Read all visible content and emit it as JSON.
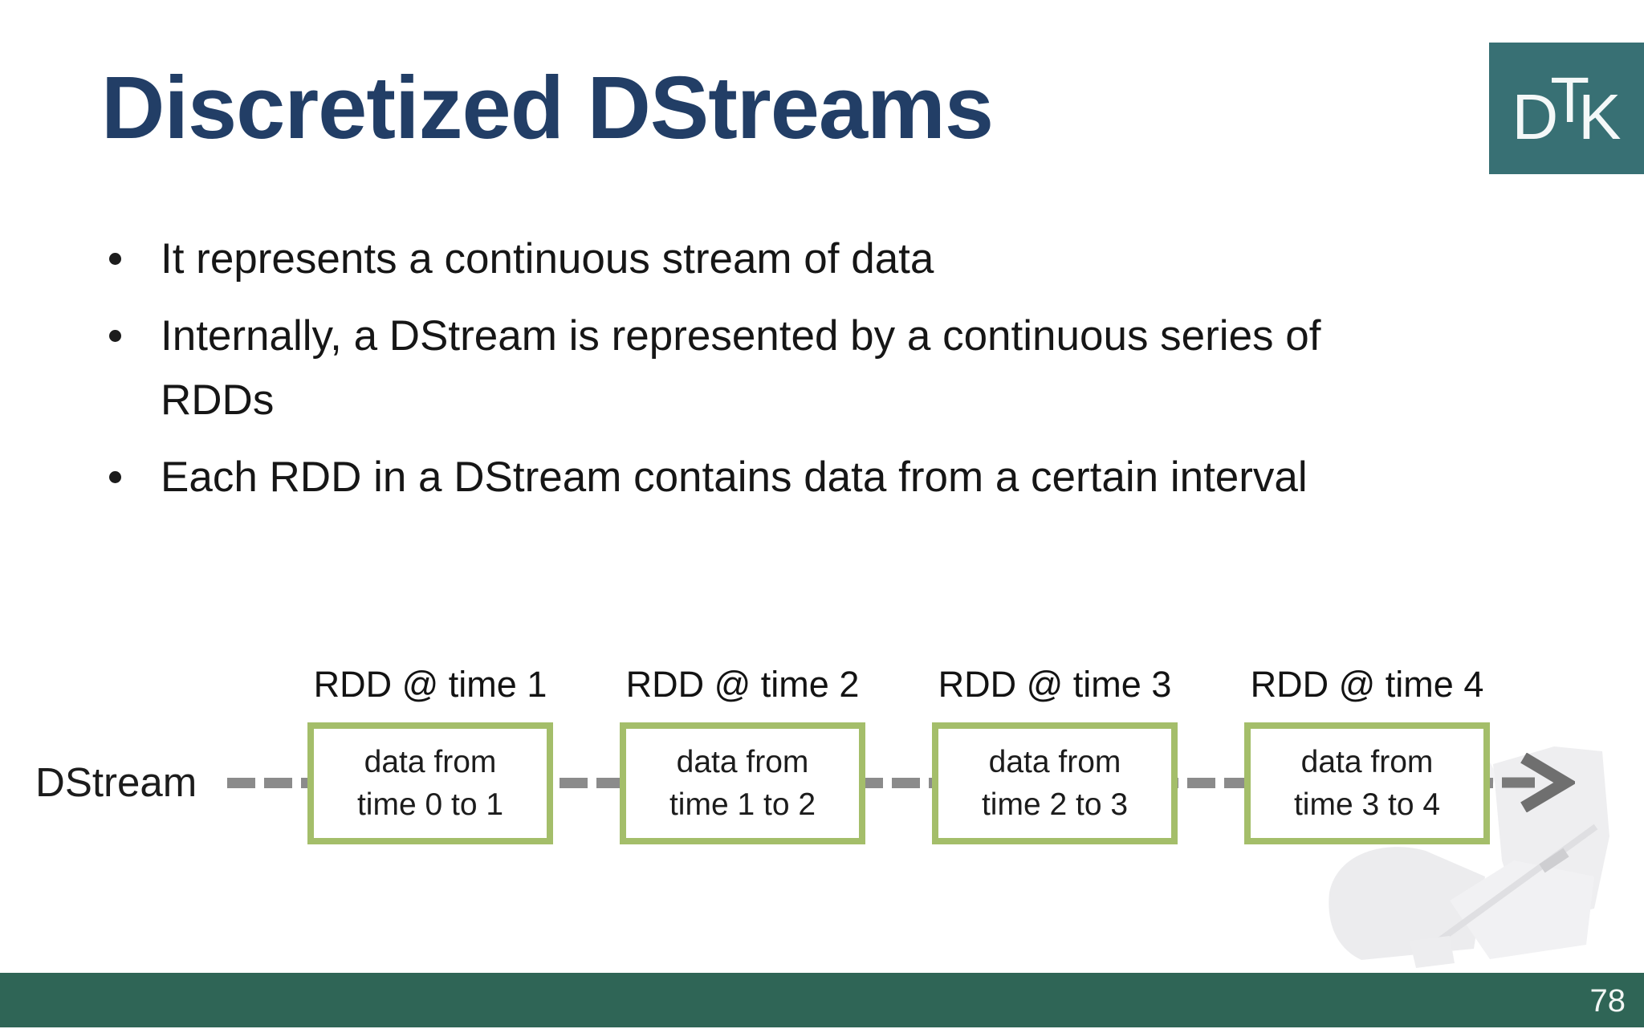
{
  "slide": {
    "title": "Discretized DStreams",
    "logo": {
      "letter_d": "D",
      "letter_t": "T",
      "letter_k": "K"
    },
    "bullets": [
      {
        "lines": [
          "It represents a continuous stream of data"
        ]
      },
      {
        "lines": [
          "Internally, a DStream is represented by a continuous series of",
          "RDDs"
        ]
      },
      {
        "lines": [
          "Each RDD in a DStream contains data from a certain interval"
        ]
      }
    ],
    "diagram": {
      "stream_label": "DStream",
      "boxes": [
        {
          "label": "RDD @ time 1",
          "lines": [
            "data from",
            "time 0 to 1"
          ]
        },
        {
          "label": "RDD @ time 2",
          "lines": [
            "data from",
            "time 1 to 2"
          ]
        },
        {
          "label": "RDD @ time 3",
          "lines": [
            "data from",
            "time 2 to 3"
          ]
        },
        {
          "label": "RDD @ time 4",
          "lines": [
            "data from",
            "time 3 to 4"
          ]
        }
      ]
    },
    "footer": {
      "page_number": "78"
    },
    "colors": {
      "title-color": "#223e66",
      "green": "#a4be6a",
      "dash-gray": "#8b8b8b",
      "arrow-gray": "#6f6f6f",
      "footer-teal": "#2f6556",
      "logo-teal": "#387074"
    }
  }
}
